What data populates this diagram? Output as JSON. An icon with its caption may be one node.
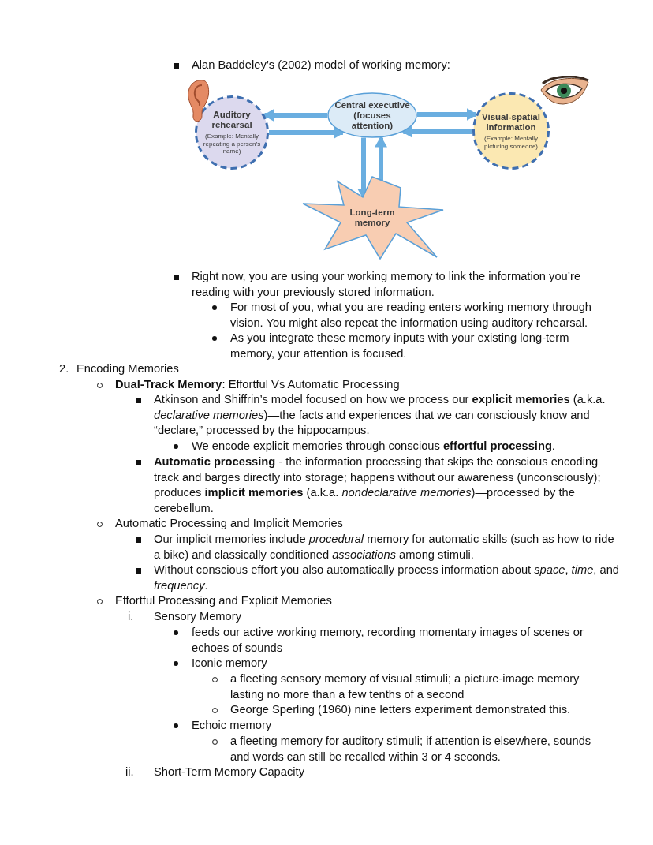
{
  "diagram": {
    "nodes": [
      {
        "text": [
          "Auditory rehearsal",
          "(Example: Mentally repeating a person’s name)"
        ]
      },
      {
        "text": [
          "Central executive (focuses attention)"
        ]
      },
      {
        "text": [
          "Visual-spatial information",
          "(Example: Mentally picturing someone)"
        ]
      },
      {
        "text": [
          "Long-term memory"
        ]
      }
    ],
    "edges": [
      {
        "from": 1,
        "to": 0,
        "arrow": "to"
      },
      {
        "from": 0,
        "to": 1,
        "arrow": "to"
      },
      {
        "from": 1,
        "to": 2,
        "arrow": "to"
      },
      {
        "from": 2,
        "to": 1,
        "arrow": "to"
      },
      {
        "from": 1,
        "to": 3,
        "arrow": "to"
      },
      {
        "from": 3,
        "to": 1,
        "arrow": "to"
      }
    ],
    "labels": [
      "Alan Baddeley’s (2002) model of working memory:",
      "Right now, you are using your working memory to link the information you’re reading with your previously stored information.",
      "For most of you, what you are reading enters working memory through vision. You might also repeat the information using auditory rehearsal.",
      "As you integrate these memory inputs with your existing long-term memory, your attention is focused.",
      "2.",
      "Encoding Memories",
      "**Dual-Track Memory**: Effortful Vs Automatic Processing",
      "Atkinson and Shiffrin’s model focused on how we process our **explicit memories** (a.k.a. *declarative memories*)—the facts and experiences that we can consciously know and “declare,” processed by the hippocampus.",
      "We encode explicit memories through conscious **effortful processing**.",
      "**Automatic processing** - the information processing that skips the conscious encoding track and barges directly into storage; happens without our awareness (unconsciously); produces **implicit memories** (a.k.a. *nondeclarative memories*)—processed by the cerebellum.",
      "Automatic Processing and Implicit Memories",
      "Our implicit memories include *procedural* memory for automatic skills (such as how to ride a bike) and classically conditioned *associations* among stimuli.",
      "Without conscious effort you also automatically process information about *space*, *time*, and *frequency*.",
      "Effortful Processing and Explicit Memories",
      "i.",
      "Sensory Memory",
      "feeds our active working memory, recording momentary images of scenes or echoes of sounds",
      "Iconic memory",
      "a fleeting sensory memory of visual stimuli; a picture-image memory lasting no more than a few tenths of a second",
      "George Sperling (1960) nine letters experiment demonstrated this.",
      "Echoic memory",
      "a fleeting memory for auditory stimuli; if attention is elsewhere, sounds and words can still be recalled within 3 or 4 seconds.",
      "ii.",
      "Short-Term Memory Capacity"
    ]
  }
}
